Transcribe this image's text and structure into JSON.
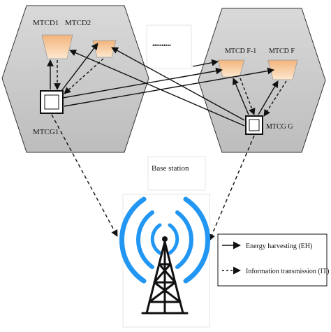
{
  "clusters": {
    "left": {
      "devices": [
        "MTCD1",
        "MTCD2"
      ],
      "gateway": "MTCG1"
    },
    "right": {
      "devices": [
        "MTCD F-1",
        "MTCD F"
      ],
      "gateway": "MTCG G"
    }
  },
  "ellipsis": "••••••••••",
  "base_station": {
    "label": "Base station"
  },
  "legend": {
    "items": [
      {
        "style": "solid",
        "label": "Energy harvesting (EH)"
      },
      {
        "style": "dashed",
        "label": "Information transmission (IT)"
      }
    ]
  },
  "colors": {
    "hex_fill": "#c9c9c9",
    "device_fill": "#f6c79a",
    "signal_blue": "#2196f3",
    "tower": "#111111"
  }
}
